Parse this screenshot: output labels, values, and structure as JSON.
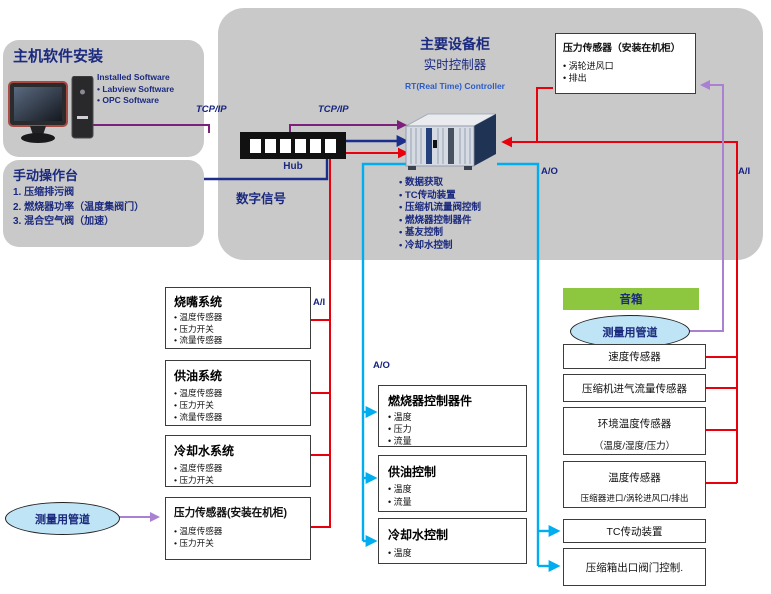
{
  "host_software": {
    "title": "主机软件安装",
    "line1": "Installed Software",
    "items": [
      "Labview Software",
      "OPC Software"
    ]
  },
  "manual_console": {
    "title": "手动操作台",
    "items": [
      "1. 压缩排污阀",
      "2. 燃烧器功率（温度集阀门）",
      "3. 混合空气阀（加速）"
    ]
  },
  "network": {
    "tcp_left": "TCP/IP",
    "tcp_right": "TCP/IP",
    "hub": "Hub",
    "digital_signal": "数字信号"
  },
  "cabinet": {
    "title": "主要设备柜",
    "subtitle": "实时控制器",
    "subtitle_en": "RT(Real Time) Controller",
    "functions": [
      "数据获取",
      "TC传动装置",
      "压缩机流量阀控制",
      "燃烧器控制器件",
      "基友控制",
      "冷却水控制"
    ]
  },
  "cabinet_pressure_box": {
    "title": "压力传感器（安装在机柜）",
    "items": [
      "涡轮进风口",
      "排出"
    ]
  },
  "io_labels": {
    "ai_left": "A/I",
    "ao_center": "A/O",
    "ao_right": "A/O",
    "ai_right": "A/I"
  },
  "speaker_label": "音箱",
  "pipe_label_right": "测量用管道",
  "pipe_label_left": "测量用管道",
  "sensor_systems": [
    {
      "title": "烧嘴系统",
      "items": [
        "温度传感器",
        "压力开关",
        "流量传感器"
      ]
    },
    {
      "title": "供油系统",
      "items": [
        "温度传感器",
        "压力开关",
        "流量传感器"
      ]
    },
    {
      "title": "冷却水系统",
      "items": [
        "温度传感器",
        "压力开关"
      ]
    },
    {
      "title": "压力传感器(安装在机柜)",
      "items": [
        "温度传感器",
        "压力开关"
      ]
    }
  ],
  "control_boxes": [
    {
      "title": "燃烧器控制器件",
      "items": [
        "温度",
        "压力",
        "流量"
      ]
    },
    {
      "title": "供油控制",
      "items": [
        "温度",
        "流量"
      ]
    },
    {
      "title": "冷却水控制",
      "items": [
        "温度"
      ]
    }
  ],
  "right_sensors": [
    {
      "line1": "速度传感器"
    },
    {
      "line1": "压缩机进气流量传感器"
    },
    {
      "line1": "环境温度传感器",
      "line2": "（温度/湿度/压力）"
    },
    {
      "line1": "温度传感器",
      "line2": "压缩器进口/涡轮进风口/排出"
    },
    {
      "line1": "TC传动装置"
    },
    {
      "line1": "压缩箱出口阀门控制."
    }
  ],
  "colors": {
    "panel_gray": "#c9c9ca",
    "accent_red": "#e8000d",
    "accent_cyan": "#00aeef",
    "accent_navy": "#1b2f8a",
    "accent_purple_dark": "#7d1f7d",
    "accent_purple_light": "#aa80d2",
    "green_speaker": "#8dc63f",
    "ellipse_blue": "#bfe4f5",
    "text_navy": "#1b2a7e"
  }
}
